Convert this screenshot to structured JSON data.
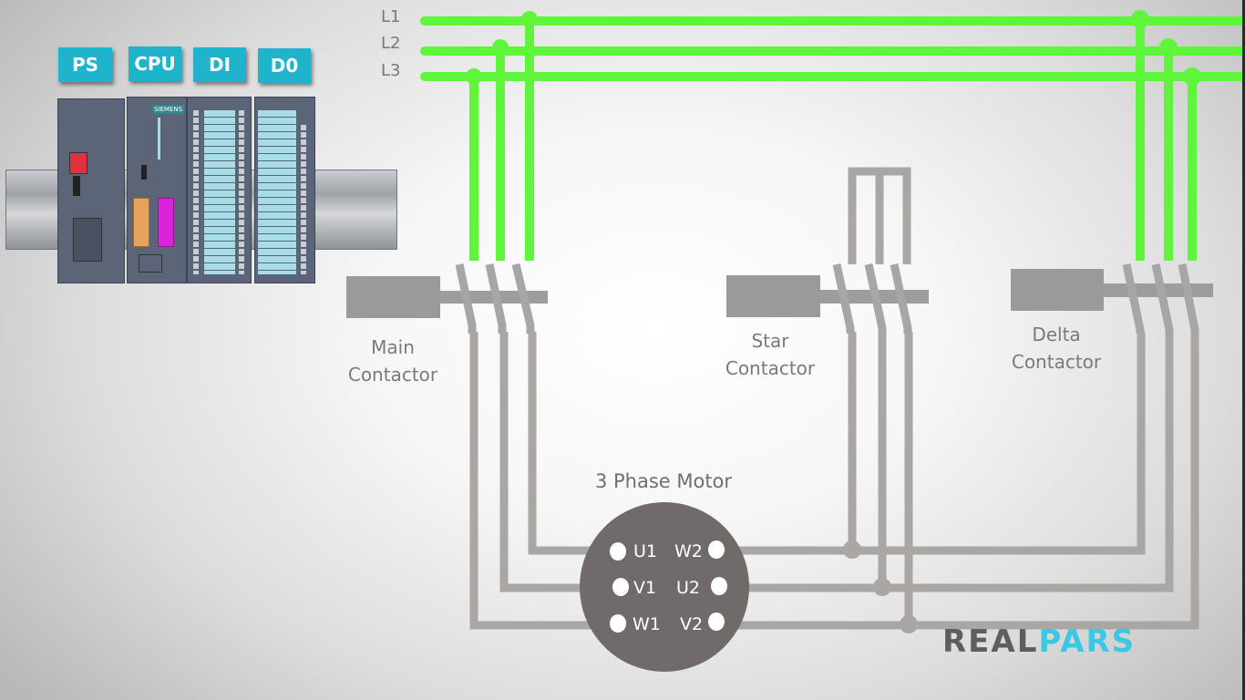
{
  "plc": {
    "modules": [
      {
        "id": "ps",
        "label": "PS"
      },
      {
        "id": "cpu",
        "label": "CPU",
        "brand": "SIEMENS"
      },
      {
        "id": "di",
        "label": "DI"
      },
      {
        "id": "do",
        "label": "D0"
      }
    ]
  },
  "power_lines": [
    "L1",
    "L2",
    "L3"
  ],
  "contactors": {
    "main": {
      "line1": "Main",
      "line2": "Contactor"
    },
    "star": {
      "line1": "Star",
      "line2": "Contactor"
    },
    "delta": {
      "line1": "Delta",
      "line2": "Contactor"
    }
  },
  "motor": {
    "title": "3 Phase Motor",
    "terminals_left": [
      "U1",
      "V1",
      "W1"
    ],
    "terminals_right": [
      "W2",
      "U2",
      "V2"
    ]
  },
  "logo": {
    "part1": "REAL",
    "part2": "PARS"
  },
  "colors": {
    "live_wire": "#5ef53a",
    "dead_wire": "#a9a6a4",
    "motor": "#706b6a",
    "tag": "#1fb3cc",
    "logo_dark": "#5e5e5e",
    "logo_accent": "#3cc8e4"
  }
}
